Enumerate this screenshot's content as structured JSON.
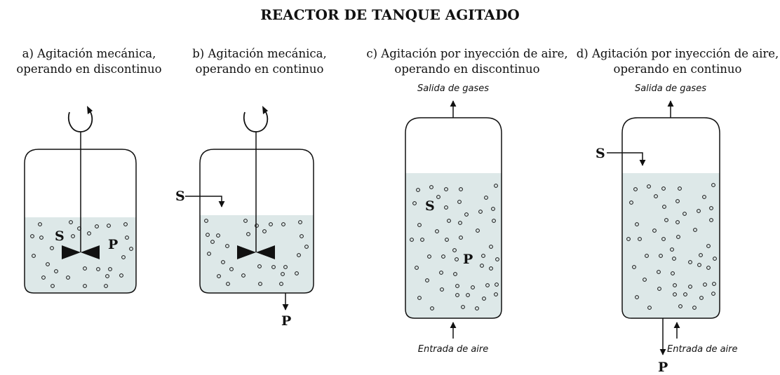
{
  "title": "REACTOR DE TANQUE AGITADO",
  "panels": [
    {
      "line1": "a) Agitación mecánica,",
      "line2": "operando en discontinuo",
      "substrate": "S",
      "product": "P"
    },
    {
      "line1": "b) Agitación mecánica,",
      "line2": "operando en continuo",
      "substrate": "S",
      "product": "P"
    },
    {
      "line1": "c) Agitación por inyección de aire,",
      "line2": "operando en discontinuo",
      "substrate": "S",
      "product": "P",
      "gas_out": "Salida de gases",
      "air_in": "Entrada de aire"
    },
    {
      "line1": "d) Agitación por inyección de aire,",
      "line2": "operando en continuo",
      "substrate": "S",
      "product": "P",
      "gas_out": "Salida de gases",
      "air_in": "Entrada de aire"
    }
  ],
  "colors": {
    "liquid": "#dde8e8",
    "stroke": "#111111"
  }
}
